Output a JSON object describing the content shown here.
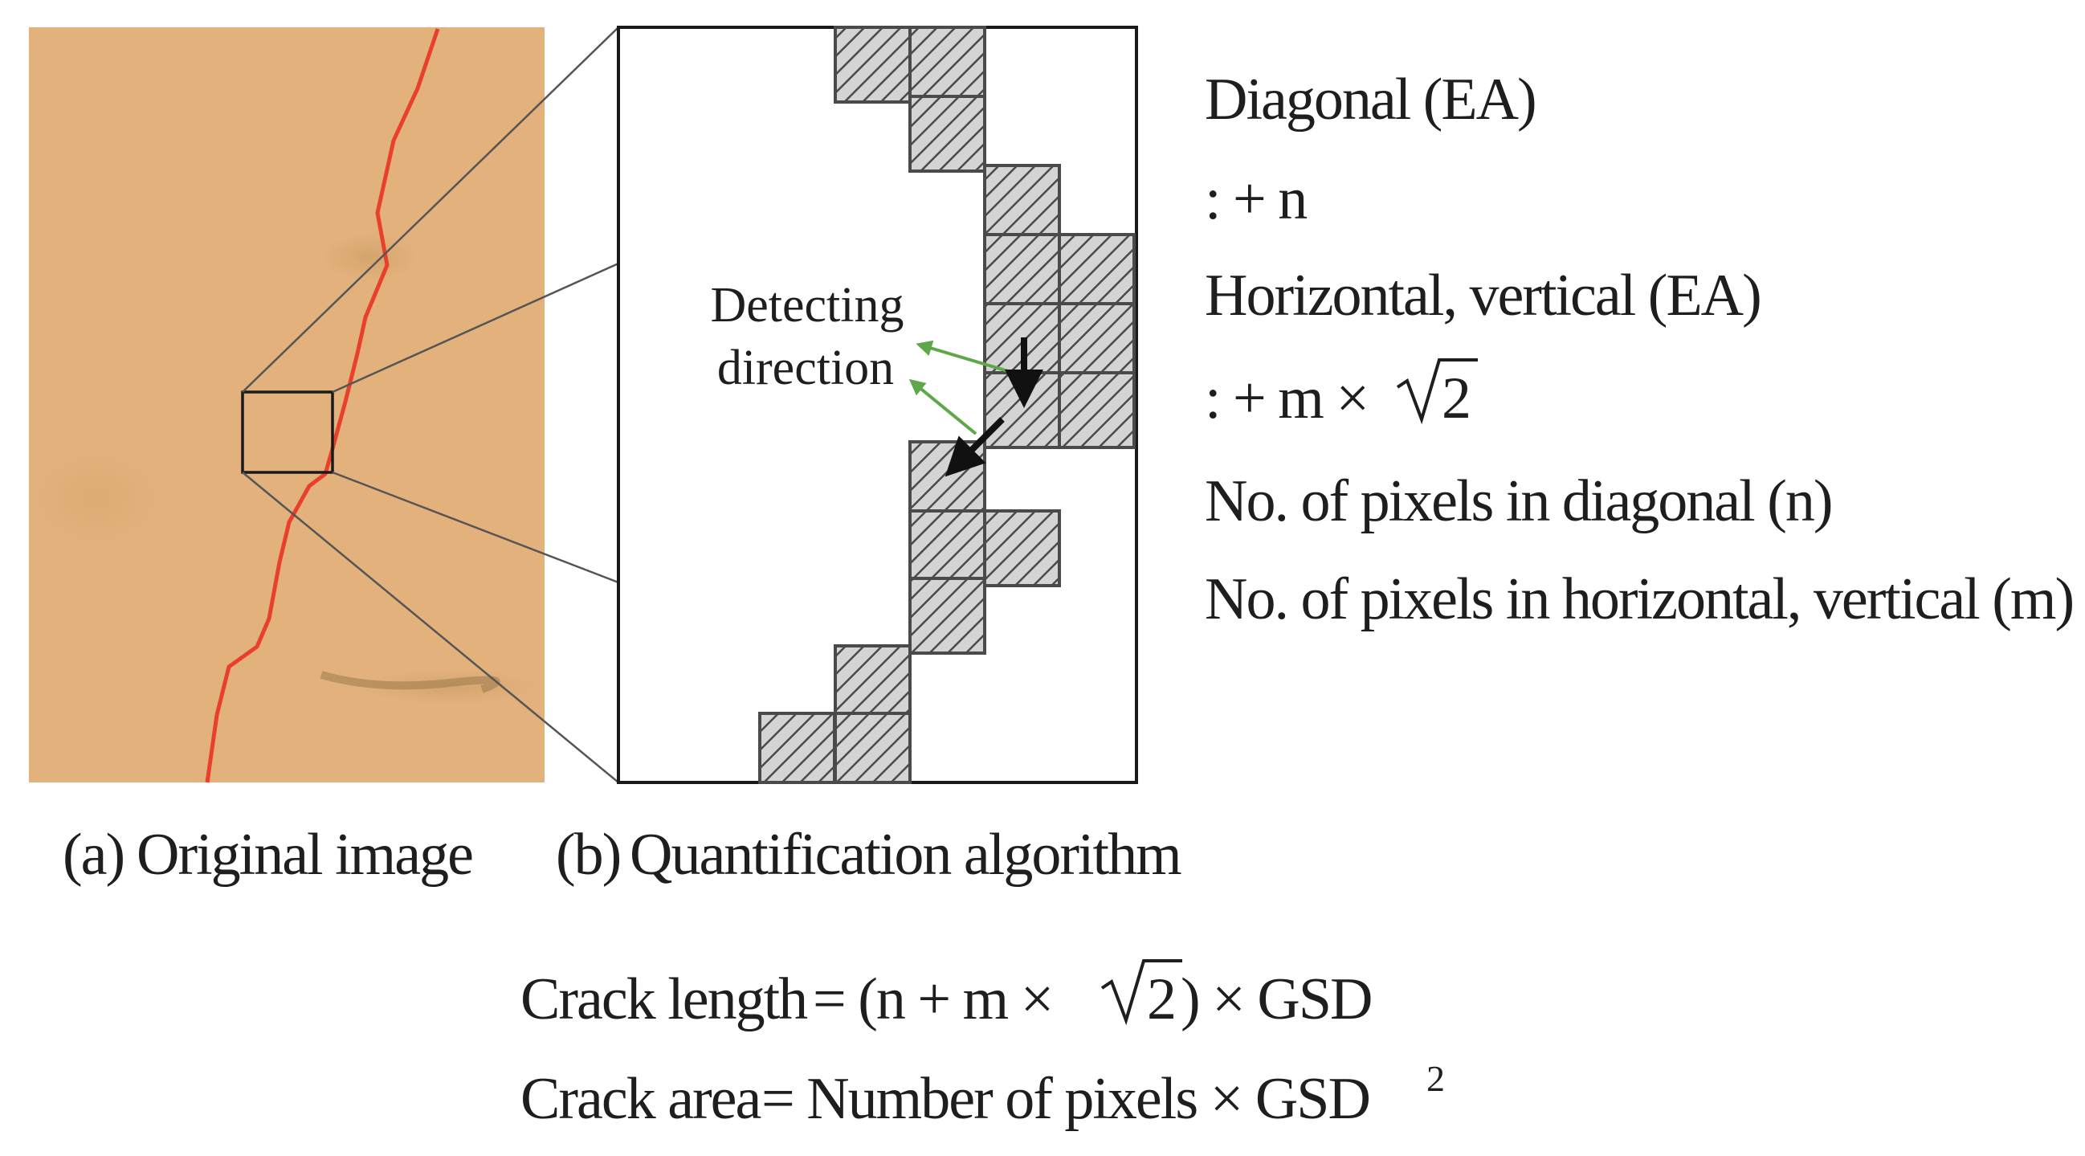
{
  "panel_a": {
    "caption_prefix": "(a)",
    "caption_text": "Original image",
    "crack_color": "#e8402c",
    "surface_color": "#e3b27c"
  },
  "panel_b": {
    "caption_prefix": "(b)",
    "caption_text": "Quantification algorithm",
    "detect_label_line1": "Detecting",
    "detect_label_line2": "direction",
    "arrow_color_green": "#5fa84a",
    "pixel_fill_color": "#d4d4d4"
  },
  "rules": {
    "diagonal_label": "Diagonal (EA)",
    "diagonal_increment": ": + n",
    "straight_label": "Horizontal, vertical (EA)",
    "straight_increment_prefix": ": + m ×",
    "sqrt_radicand": "2",
    "n_definition": "No. of pixels in diagonal (n)",
    "m_definition": "No. of pixels in horizontal, vertical (m)"
  },
  "formulas": {
    "length_lhs": "Crack length",
    "length_rhs_open": "= (n + m ×",
    "length_radicand": "2",
    "length_rhs_close": ") × GSD",
    "area_lhs": "Crack area",
    "area_rhs": "= Number of pixels × GSD",
    "area_exponent": "2"
  }
}
